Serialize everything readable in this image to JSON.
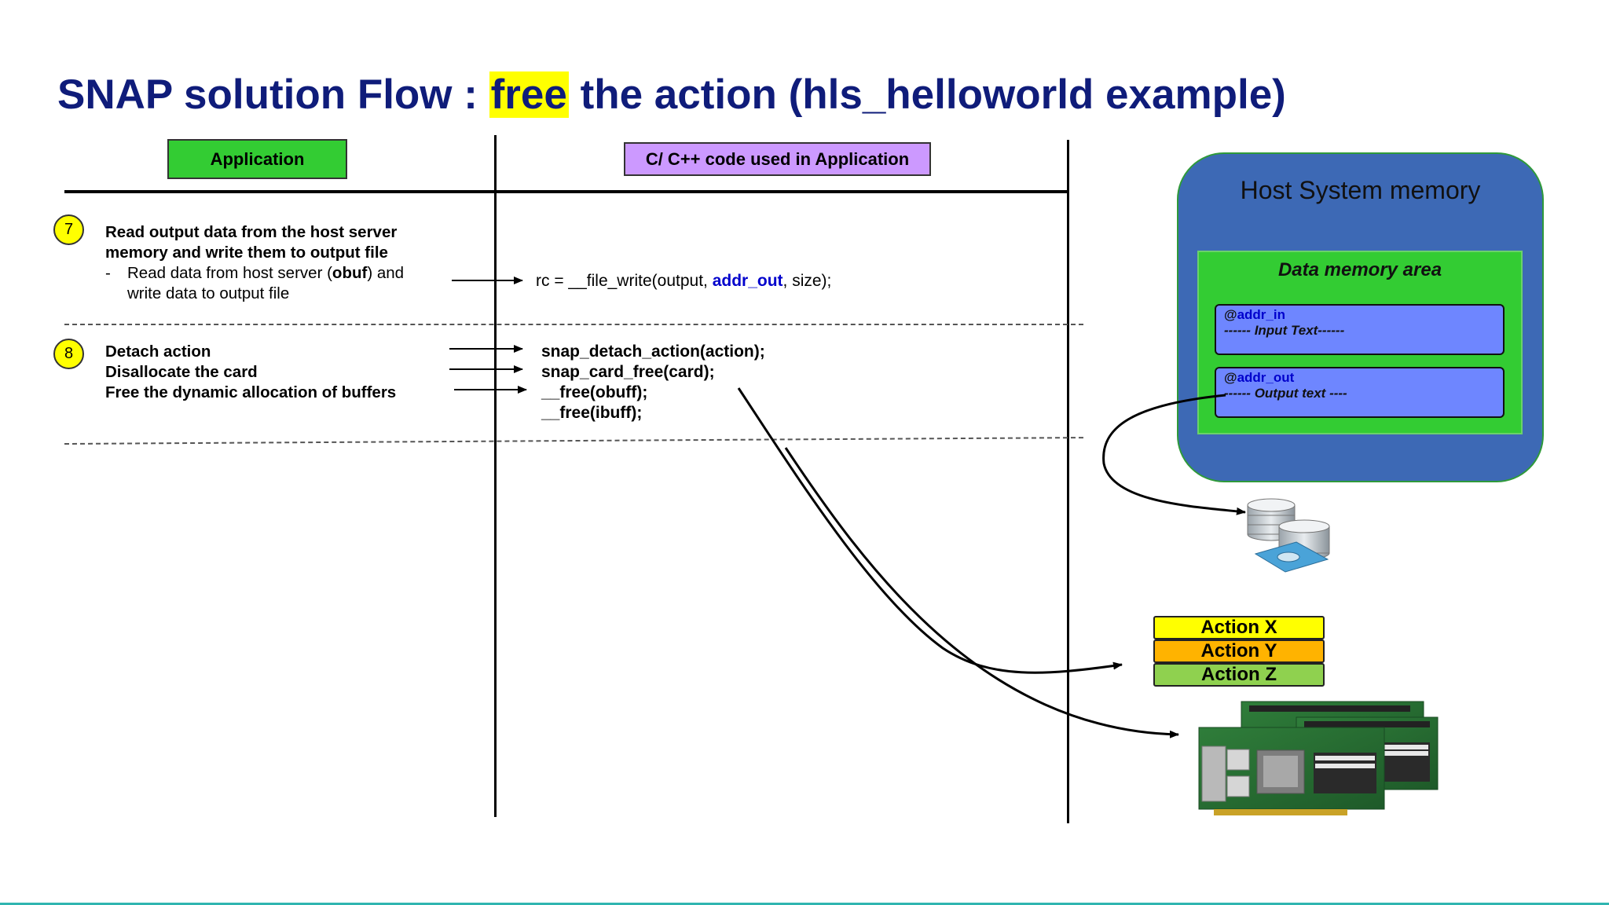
{
  "title": {
    "before": "SNAP solution Flow : ",
    "highlight": "free",
    "after": " the action (hls_helloworld example)"
  },
  "headers": {
    "application": "Application",
    "code": "C/ C++ code used in Application"
  },
  "step7": {
    "number": "7",
    "line1": "Read output data from the host server",
    "line2": "memory and write them to output file",
    "bullet_dash": "-",
    "bullet_a": "Read data from host server (",
    "bullet_bold": "obuf",
    "bullet_b": ") and",
    "bullet_line2": "write data to output file",
    "code_before": "rc = __file_write(output, ",
    "code_var": "addr_out",
    "code_after": ", size);"
  },
  "step8": {
    "number": "8",
    "lines": [
      "Detach action",
      "Disallocate the card",
      "Free the dynamic allocation of buffers"
    ],
    "code": [
      "snap_detach_action(action);",
      "snap_card_free(card);",
      "__free(obuff);",
      "__free(ibuff);"
    ]
  },
  "host_memory": {
    "title": "Host System memory",
    "area_title": "Data memory area",
    "in_prefix": "@",
    "in_label": "addr_in",
    "in_text": "------ Input Text------",
    "out_prefix": "@",
    "out_label": "addr_out",
    "out_text": "------ Output text ----"
  },
  "actions": [
    "Action X",
    "Action Y",
    "Action Z"
  ],
  "colors": {
    "title": "#0f1c7a",
    "highlight": "#ffff00",
    "application": "#33cc33",
    "code_header": "#cc99ff",
    "host_memory": "#3d69b5",
    "data_area": "#33cc33",
    "mem_box": "#6e86ff",
    "action_x": "#ffff00",
    "action_y": "#ffb300",
    "action_z": "#8fd14f",
    "variable": "#0000cc"
  },
  "icons": [
    "database-disk-icon",
    "fpga-card-stack-icon"
  ]
}
